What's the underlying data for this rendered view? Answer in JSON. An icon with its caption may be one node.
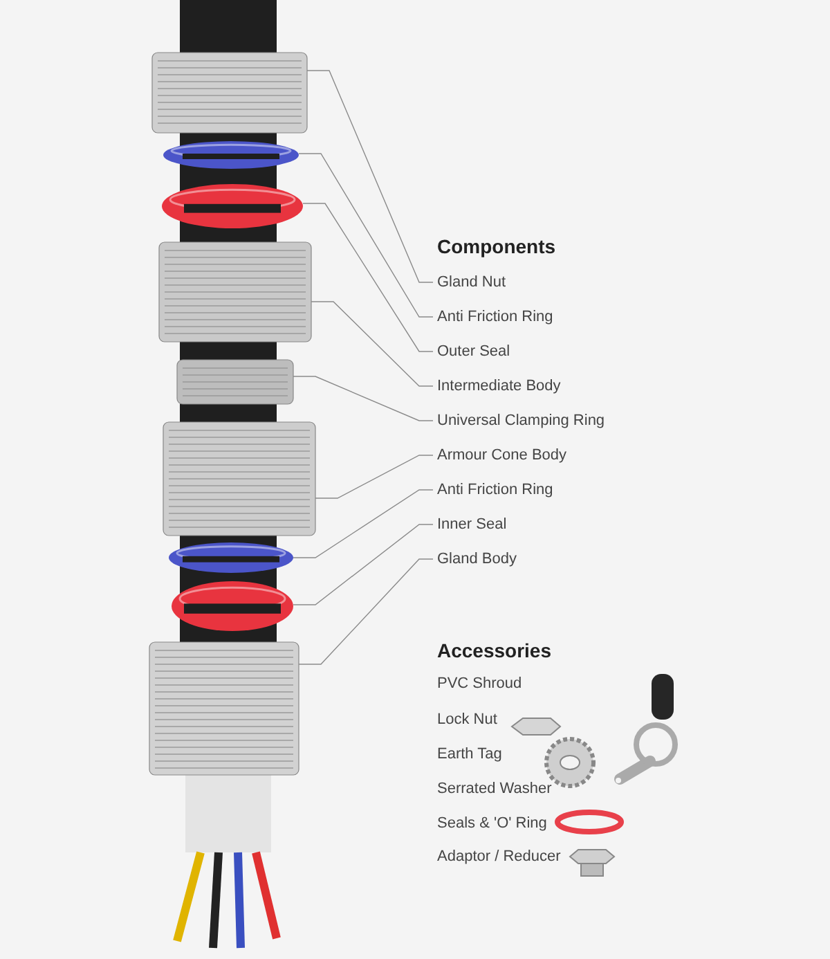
{
  "diagram": {
    "nodes": [
      {
        "text": [
          "Gland Nut"
        ]
      },
      {
        "text": [
          "Anti Friction Ring"
        ]
      },
      {
        "text": [
          "Outer Seal"
        ]
      },
      {
        "text": [
          "Intermediate Body"
        ]
      },
      {
        "text": [
          "Universal Clamping Ring"
        ]
      },
      {
        "text": [
          "Armour Cone Body"
        ]
      },
      {
        "text": [
          "Anti Friction Ring"
        ]
      },
      {
        "text": [
          "Inner Seal"
        ]
      },
      {
        "text": [
          "Gland Body"
        ]
      },
      {
        "text": [],
        "shape": "picture"
      },
      {
        "text": [],
        "shape": "ring"
      },
      {
        "text": [],
        "shape": "ring"
      },
      {
        "text": [],
        "shape": "picture"
      },
      {
        "text": [],
        "shape": "picture"
      },
      {
        "text": [],
        "shape": "picture"
      },
      {
        "text": [],
        "shape": "ring"
      },
      {
        "text": [],
        "shape": "ring"
      },
      {
        "text": [],
        "shape": "picture"
      }
    ],
    "edges": [
      {
        "from": 0,
        "to": 9,
        "arrow": "none"
      },
      {
        "from": 1,
        "to": 10,
        "arrow": "none"
      },
      {
        "from": 2,
        "to": 11,
        "arrow": "none"
      },
      {
        "from": 3,
        "to": 12,
        "arrow": "none"
      },
      {
        "from": 4,
        "to": 13,
        "arrow": "none"
      },
      {
        "from": 5,
        "to": 14,
        "arrow": "none"
      },
      {
        "from": 6,
        "to": 15,
        "arrow": "none"
      },
      {
        "from": 7,
        "to": 16,
        "arrow": "none"
      },
      {
        "from": 8,
        "to": 17,
        "arrow": "none"
      }
    ],
    "labels": [
      "Components",
      "Accessories",
      "PVC Shroud",
      "Lock Nut",
      "Earth Tag",
      "Serrated Washer",
      "Seals & 'O' Ring",
      "Adaptor / Reducer"
    ]
  }
}
